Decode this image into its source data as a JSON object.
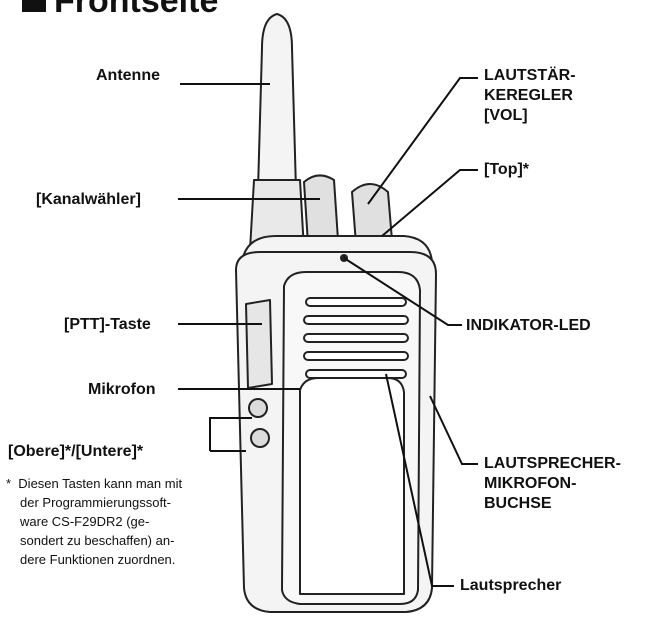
{
  "title": "Frontseite",
  "labels": {
    "antenne": "Antenne",
    "kanalwaehler": "[Kanalwähler]",
    "ptt": "[PTT]-Taste",
    "mikrofon": "Mikrofon",
    "obere_untere": "[Obere]*/[Untere]*",
    "lautstaerke": [
      "LAUTSTÄR-",
      "KEREGLER",
      "[VOL]"
    ],
    "top": "[Top]*",
    "indikator": "INDIKATOR-LED",
    "lautsprecher_mikrofon": [
      "LAUTSPRECHER-",
      "MIKROFON-",
      "BUCHSE"
    ],
    "lautsprecher": "Lautsprecher"
  },
  "footnote": {
    "marker": "*",
    "lines": [
      "Diesen Tasten kann man mit",
      "der Programmierungssoft-",
      "ware CS-F29DR2 (ge-",
      "sondert zu beschaffen) an-",
      "dere Funktionen zuordnen."
    ]
  }
}
